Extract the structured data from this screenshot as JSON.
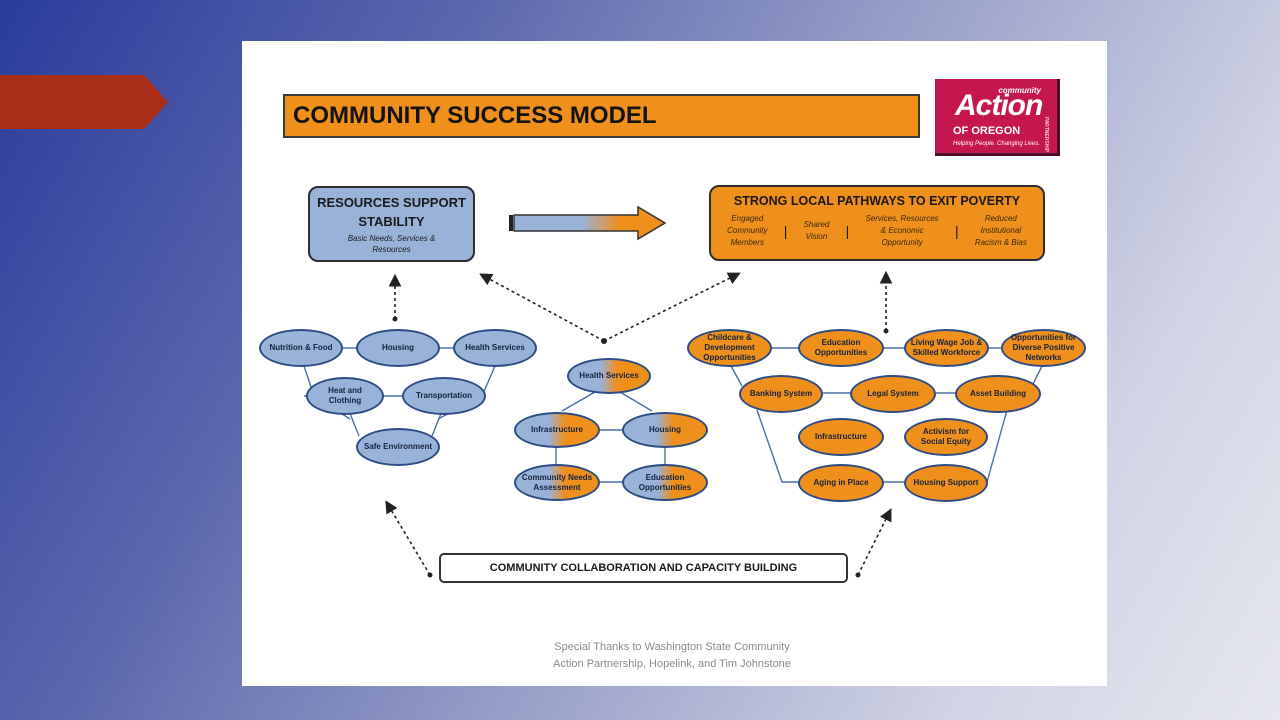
{
  "colors": {
    "accent_tab": "#a82e18",
    "orange": "#ef8f1c",
    "blue": "#98b2d8",
    "logo": "#c4174d"
  },
  "slide": {
    "title": "COMMUNITY SUCCESS MODEL",
    "logo": {
      "community": "community",
      "action": "Action",
      "partnership": "PARTNERSHIP",
      "oregon": "OF OREGON",
      "tagline": "Helping People. Changing Lives."
    },
    "resources_box": {
      "title_line1": "RESOURCES SUPPORT",
      "title_line2": "STABILITY",
      "subtitle_line1": "Basic Needs, Services &",
      "subtitle_line2": "Resources"
    },
    "pathways_box": {
      "title": "STRONG LOCAL PATHWAYS TO EXIT POVERTY",
      "col1": [
        "Engaged",
        "Community",
        "Members"
      ],
      "col2": [
        "Shared",
        "Vision"
      ],
      "col3": [
        "Services, Resources",
        "& Economic",
        "Opportunity"
      ],
      "col4": [
        "Reduced",
        "Institutional",
        "Racism & Bias"
      ]
    },
    "left_cluster": {
      "nutrition": "Nutrition & Food",
      "housing": "Housing",
      "health": "Health Services",
      "heat": "Heat and Clothing",
      "transportation": "Transportation",
      "safe": "Safe Environment"
    },
    "middle_cluster": {
      "health": "Health Services",
      "infrastructure": "Infrastructure",
      "housing": "Housing",
      "needs": "Community Needs Assessment",
      "education": "Education Opportunities"
    },
    "right_cluster": {
      "childcare": "Childcare & Development Opportunities",
      "education": "Education Opportunities",
      "living_wage": "Living Wage Job & Skilled Workforce",
      "opportunities": "Opportunities for Diverse Positive Networks",
      "banking": "Banking System",
      "legal": "Legal System",
      "asset": "Asset Building",
      "infrastructure": "Infrastructure",
      "activism": "Activism for Social Equity",
      "aging": "Aging in Place",
      "housing_support": "Housing Support"
    },
    "collaboration": "COMMUNITY COLLABORATION AND CAPACITY BUILDING",
    "thanks_line1": "Special Thanks to Washington State Community",
    "thanks_line2": "Action Partnership, Hopelink, and Tim Johnstone"
  }
}
